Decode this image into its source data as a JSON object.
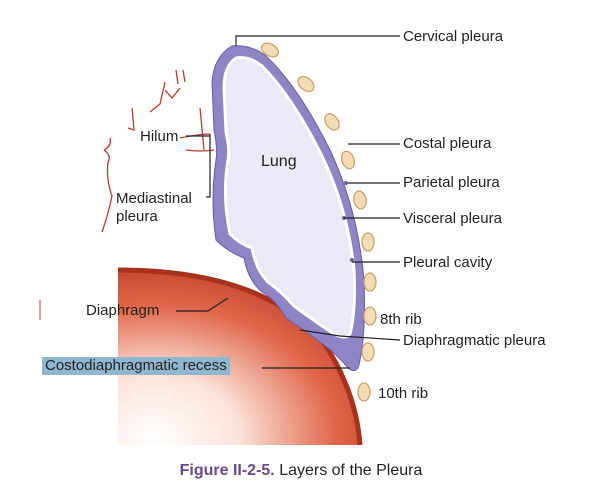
{
  "labels": {
    "cervical_pleura": "Cervical pleura",
    "costal_pleura": "Costal pleura",
    "parietal_pleura": "Parietal pleura",
    "visceral_pleura": "Visceral pleura",
    "pleural_cavity": "Pleural cavity",
    "rib_8": "8th rib",
    "diaphragmatic_pleura": "Diaphragmatic pleura",
    "rib_10": "10th rib",
    "hilum": "Hilum",
    "lung": "Lung",
    "mediastinal_pleura_line1": "Mediastinal",
    "mediastinal_pleura_line2": "pleura",
    "diaphragm": "Diaphragm",
    "costodiaphragmatic_recess": "Costodiaphragmatic recess"
  },
  "caption": {
    "figure_number": "Figure II-2-5.",
    "title": "Layers of the Pleura"
  },
  "colors": {
    "parietal_pleura": "#8f84c4",
    "lung_fill": "#ece9f6",
    "visceral_line": "#ffffff",
    "pleural_cavity_dot": "#6a5aa8",
    "diaphragm_dark": "#a8321c",
    "diaphragm_mid": "#e0664a",
    "diaphragm_light": "#fbe3da",
    "rib_fill": "#f3dcb6",
    "rib_edge": "#c9a36a",
    "vessels": "#c0392b",
    "highlight": "#8fb8d0",
    "caption_accent": "#6a4a8e"
  }
}
